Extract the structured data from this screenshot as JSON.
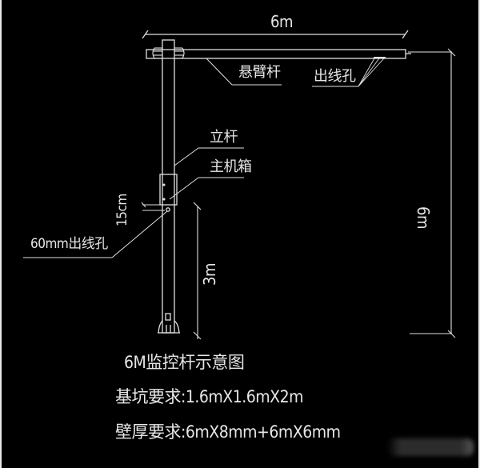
{
  "diagram": {
    "title": "6M监控杆示意图",
    "requirements": [
      {
        "label": "基坑要求",
        "value": "1.6mX1.6mX2m",
        "text": "基坑要求:1.6mX1.6mX2m"
      },
      {
        "label": "壁厚要求",
        "value": "6mX8mm+6mX6mm",
        "text": "壁厚要求:6mX8mm+6mX6mm"
      }
    ],
    "dimensions": {
      "arm_length": "6m",
      "total_height": "6m",
      "lower_height": "3m",
      "box_offset": "15cm"
    },
    "callouts": {
      "cantilever_arm": "悬臂杆",
      "cable_outlet_arm": "出线孔",
      "upright_pole": "立杆",
      "main_box": "主机箱",
      "outlet_hole_60mm": "60mm出线孔"
    },
    "colors": {
      "background": "#000000",
      "line": "#e6e6e6"
    }
  }
}
